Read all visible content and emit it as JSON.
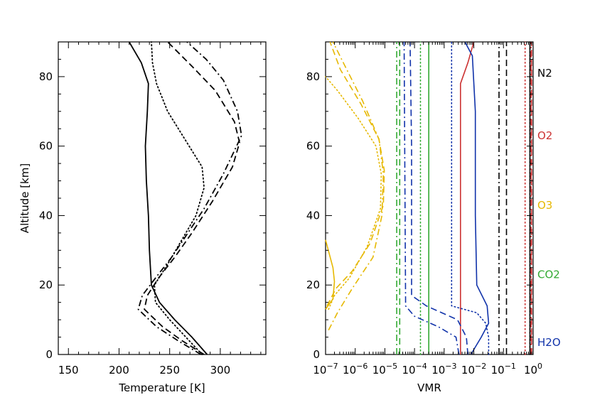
{
  "chart_data": [
    {
      "type": "line",
      "xlabel": "Temperature [K]",
      "ylabel": "Altitude [km]",
      "xlim": [
        140,
        345
      ],
      "ylim": [
        0,
        90
      ],
      "x_ticks": [
        150,
        200,
        250,
        300
      ],
      "y_ticks": [
        0,
        20,
        40,
        60,
        80
      ],
      "series": [
        {
          "style": "solid",
          "color": "#000000",
          "points": [
            [
              287,
              0
            ],
            [
              272,
              5
            ],
            [
              255,
              10
            ],
            [
              240,
              15
            ],
            [
              232,
              20
            ],
            [
              230,
              30
            ],
            [
              229,
              40
            ],
            [
              227,
              50
            ],
            [
              226,
              60
            ],
            [
              228,
              70
            ],
            [
              229,
              78
            ],
            [
              222,
              84
            ],
            [
              210,
              90
            ]
          ]
        },
        {
          "style": "dotted",
          "color": "#000000",
          "points": [
            [
              282,
              0
            ],
            [
              266,
              5
            ],
            [
              250,
              10
            ],
            [
              236,
              15
            ],
            [
              235,
              20
            ],
            [
              248,
              26
            ],
            [
              262,
              33
            ],
            [
              276,
              40
            ],
            [
              284,
              48
            ],
            [
              282,
              54
            ],
            [
              265,
              62
            ],
            [
              248,
              70
            ],
            [
              237,
              78
            ],
            [
              233,
              84
            ],
            [
              232,
              90
            ]
          ]
        },
        {
          "style": "dashed",
          "color": "#000000",
          "points": [
            [
              284,
              0
            ],
            [
              262,
              4
            ],
            [
              243,
              8
            ],
            [
              225,
              13
            ],
            [
              228,
              17
            ],
            [
              239,
              22
            ],
            [
              255,
              28
            ],
            [
              272,
              35
            ],
            [
              292,
              44
            ],
            [
              312,
              54
            ],
            [
              319,
              61
            ],
            [
              314,
              67
            ],
            [
              295,
              76
            ],
            [
              272,
              83
            ],
            [
              248,
              90
            ]
          ]
        },
        {
          "style": "dashdot",
          "color": "#000000",
          "points": [
            [
              281,
              0
            ],
            [
              258,
              4
            ],
            [
              237,
              8
            ],
            [
              219,
              13
            ],
            [
              223,
              17
            ],
            [
              236,
              22
            ],
            [
              252,
              28
            ],
            [
              268,
              35
            ],
            [
              284,
              42
            ],
            [
              303,
              52
            ],
            [
              321,
              63
            ],
            [
              317,
              70
            ],
            [
              303,
              79
            ],
            [
              286,
              85
            ],
            [
              267,
              90
            ]
          ]
        }
      ]
    },
    {
      "type": "line",
      "xlabel": "VMR",
      "ylabel": "",
      "xscale": "log",
      "xlim": [
        1e-07,
        1
      ],
      "ylim": [
        0,
        90
      ],
      "x_ticks": [
        -7,
        -6,
        -5,
        -4,
        -3,
        -2,
        -1,
        0
      ],
      "y_ticks": [
        0,
        20,
        40,
        60,
        80
      ],
      "series_labels": [
        {
          "name": "N2",
          "color": "#000000",
          "y": 81
        },
        {
          "name": "O2",
          "color": "#cc3333",
          "y": 63
        },
        {
          "name": "O3",
          "color": "#e6b800",
          "y": 43
        },
        {
          "name": "CO2",
          "color": "#33aa33",
          "y": 23
        },
        {
          "name": "H2O",
          "color": "#1133aa",
          "y": 3.5
        }
      ],
      "series": [
        {
          "species": "N2",
          "style": "solid",
          "color": "#000000",
          "points": [
            [
              -0.107,
              0
            ],
            [
              -0.107,
              90
            ]
          ]
        },
        {
          "species": "N2",
          "style": "dotted",
          "color": "#000000",
          "points": [
            [
              -0.107,
              0
            ],
            [
              -0.107,
              90
            ]
          ]
        },
        {
          "species": "N2",
          "style": "dashed",
          "color": "#000000",
          "points": [
            [
              -0.9,
              0
            ],
            [
              -0.9,
              90
            ]
          ]
        },
        {
          "species": "N2",
          "style": "dashdot",
          "color": "#000000",
          "points": [
            [
              -1.15,
              0
            ],
            [
              -1.15,
              90
            ]
          ]
        },
        {
          "species": "O2",
          "style": "solid",
          "color": "#cc3333",
          "points": [
            [
              -2.45,
              0
            ],
            [
              -2.45,
              78
            ],
            [
              -2.2,
              84
            ],
            [
              -2.0,
              90
            ]
          ]
        },
        {
          "species": "O2",
          "style": "dotted",
          "color": "#cc3333",
          "points": [
            [
              -0.27,
              0
            ],
            [
              -0.27,
              90
            ]
          ]
        },
        {
          "species": "O2",
          "style": "dashed",
          "color": "#cc3333",
          "points": [
            [
              -0.05,
              0
            ],
            [
              -0.05,
              90
            ]
          ]
        },
        {
          "species": "O2",
          "style": "dashdot",
          "color": "#cc3333",
          "points": [
            [
              -0.07,
              0
            ],
            [
              -0.07,
              90
            ]
          ]
        },
        {
          "species": "CO2",
          "style": "solid",
          "color": "#33aa33",
          "points": [
            [
              -3.52,
              0
            ],
            [
              -3.52,
              90
            ]
          ]
        },
        {
          "species": "CO2",
          "style": "dotted",
          "color": "#33aa33",
          "points": [
            [
              -3.8,
              0
            ],
            [
              -3.8,
              90
            ]
          ]
        },
        {
          "species": "CO2",
          "style": "dashed",
          "color": "#33aa33",
          "points": [
            [
              -4.5,
              0
            ],
            [
              -4.5,
              90
            ]
          ]
        },
        {
          "species": "CO2",
          "style": "dashdot",
          "color": "#33aa33",
          "points": [
            [
              -4.6,
              0
            ],
            [
              -4.6,
              90
            ]
          ]
        },
        {
          "species": "H2O",
          "style": "solid",
          "color": "#1133aa",
          "points": [
            [
              -2.1,
              0
            ],
            [
              -1.75,
              5
            ],
            [
              -1.5,
              9
            ],
            [
              -1.55,
              14
            ],
            [
              -1.9,
              20
            ],
            [
              -1.95,
              40
            ],
            [
              -1.95,
              70
            ],
            [
              -2.05,
              86
            ],
            [
              -2.3,
              90
            ]
          ]
        },
        {
          "species": "H2O",
          "style": "dotted",
          "color": "#1133aa",
          "points": [
            [
              -1.5,
              0
            ],
            [
              -1.5,
              5
            ],
            [
              -1.6,
              9
            ],
            [
              -1.9,
              12
            ],
            [
              -2.75,
              14
            ],
            [
              -2.75,
              70
            ],
            [
              -2.75,
              90
            ]
          ]
        },
        {
          "species": "H2O",
          "style": "dashed",
          "color": "#1133aa",
          "points": [
            [
              -2.2,
              0
            ],
            [
              -2.25,
              5
            ],
            [
              -2.55,
              10
            ],
            [
              -3.6,
              14
            ],
            [
              -4.1,
              17
            ],
            [
              -4.1,
              60
            ],
            [
              -4.15,
              90
            ]
          ]
        },
        {
          "species": "H2O",
          "style": "dashdot",
          "color": "#1133aa",
          "points": [
            [
              -2.5,
              0
            ],
            [
              -2.6,
              5
            ],
            [
              -3.2,
              8
            ],
            [
              -4.0,
              11
            ],
            [
              -4.3,
              14
            ],
            [
              -4.35,
              90
            ]
          ]
        },
        {
          "species": "O3",
          "style": "solid",
          "color": "#e6b800",
          "points": [
            [
              -7,
              33
            ],
            [
              -6.75,
              25
            ],
            [
              -6.7,
              21
            ],
            [
              -6.75,
              16
            ],
            [
              -7,
              13
            ]
          ]
        },
        {
          "species": "O3",
          "style": "dotted",
          "color": "#e6b800",
          "points": [
            [
              -6.9,
              13
            ],
            [
              -6.7,
              17
            ],
            [
              -6.2,
              22
            ],
            [
              -5.6,
              31
            ],
            [
              -5.15,
              42
            ],
            [
              -5.12,
              52
            ],
            [
              -5.3,
              60
            ],
            [
              -5.9,
              68
            ],
            [
              -6.6,
              76
            ],
            [
              -7,
              80
            ]
          ]
        },
        {
          "species": "O3",
          "style": "dashed",
          "color": "#e6b800",
          "points": [
            [
              -6.95,
              14
            ],
            [
              -6.65,
              19
            ],
            [
              -6.1,
              24
            ],
            [
              -5.5,
              32
            ],
            [
              -5.05,
              43
            ],
            [
              -5.02,
              53
            ],
            [
              -5.2,
              62
            ],
            [
              -5.8,
              72
            ],
            [
              -6.5,
              82
            ],
            [
              -6.85,
              90
            ]
          ]
        },
        {
          "species": "O3",
          "style": "dashdot",
          "color": "#e6b800",
          "points": [
            [
              -6.9,
              7
            ],
            [
              -6.6,
              12
            ],
            [
              -6.1,
              19
            ],
            [
              -5.4,
              28
            ],
            [
              -5.1,
              40
            ],
            [
              -5.05,
              52
            ],
            [
              -5.2,
              62
            ],
            [
              -5.75,
              73
            ],
            [
              -6.4,
              84
            ],
            [
              -6.75,
              90
            ]
          ]
        }
      ]
    }
  ]
}
